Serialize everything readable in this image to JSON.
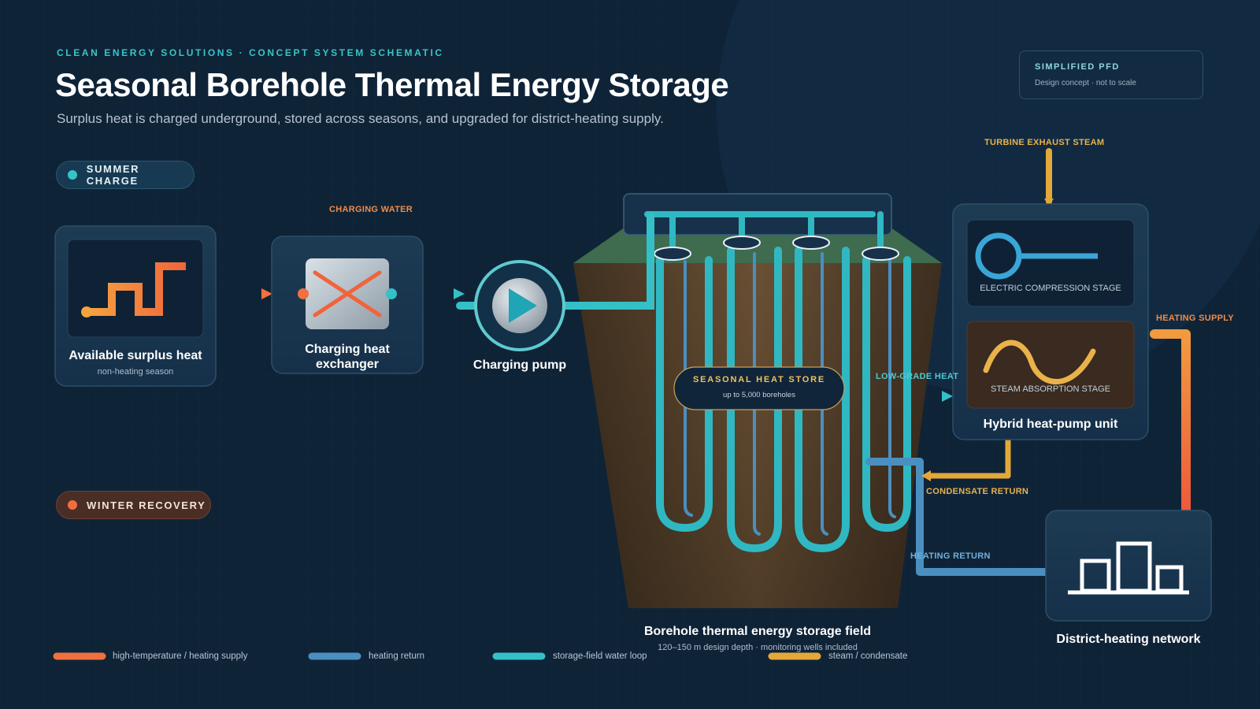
{
  "header": {
    "eyebrow": "CLEAN ENERGY SOLUTIONS · CONCEPT SYSTEM SCHEMATIC",
    "title": "Seasonal Borehole Thermal Energy Storage",
    "subtitle": "Surplus heat is charged underground, stored across seasons, and upgraded for district-heating supply."
  },
  "badge": {
    "title": "SIMPLIFIED PFD",
    "subtitle": "Design concept · not to scale"
  },
  "modes": {
    "summer": "SUMMER CHARGE",
    "winter": "WINTER RECOVERY"
  },
  "nodes": {
    "surplus": {
      "title": "Available surplus heat",
      "subtitle": "non-heating season",
      "icon": "surplus-heat-step-icon"
    },
    "exchanger": {
      "title_line1": "Charging heat",
      "title_line2": "exchanger",
      "icon": "heat-exchanger-icon"
    },
    "pump": {
      "title": "Charging pump",
      "icon": "pump-play-icon"
    },
    "field": {
      "title": "Borehole thermal energy storage field",
      "subtitle": "120–150 m design depth · monitoring wells included"
    },
    "store": {
      "title": "SEASONAL HEAT STORE",
      "subtitle": "up to 5,000 boreholes"
    },
    "heatpump": {
      "title": "Hybrid heat-pump unit",
      "stage_electric": "ELECTRIC COMPRESSION STAGE",
      "stage_steam": "STEAM ABSORPTION STAGE",
      "icon_electric": "compressor-icon",
      "icon_steam": "sine-wave-icon"
    },
    "district": {
      "title": "District-heating network",
      "icon": "buildings-icon"
    }
  },
  "streams": {
    "charging_water": "CHARGING WATER",
    "turbine_steam": "TURBINE EXHAUST STEAM",
    "heating_supply": "HEATING SUPPLY",
    "low_grade_heat": "LOW-GRADE HEAT",
    "condensate_return": "CONDENSATE RETURN",
    "heating_return": "HEATING RETURN"
  },
  "legend": [
    {
      "label": "high-temperature / heating supply",
      "color": "#f0703f"
    },
    {
      "label": "heating return",
      "color": "#4a8fc0"
    },
    {
      "label": "storage-field water loop",
      "color": "#34c0c6"
    },
    {
      "label": "steam / condensate",
      "color": "#e3a83a"
    }
  ],
  "colors": {
    "background": "#0f2337",
    "supply": "#f0703f",
    "return": "#4a8fc0",
    "loop": "#34c0c6",
    "steam": "#e3a83a"
  }
}
